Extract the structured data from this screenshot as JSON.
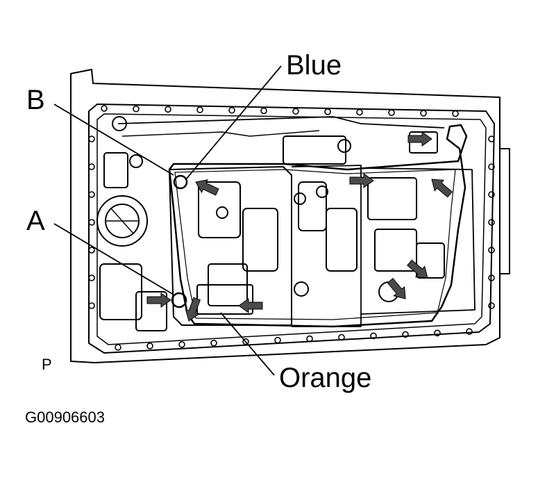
{
  "labels": {
    "blue": "Blue",
    "b": "B",
    "a": "A",
    "orange": "Orange",
    "p": "P",
    "figure_id": "G00906603"
  },
  "colors": {
    "ink": "#000000",
    "paper": "#ffffff",
    "arrow_fill": "#4a4a4a"
  },
  "icons": {
    "connector_arrow": "thick-arrow-icon"
  }
}
